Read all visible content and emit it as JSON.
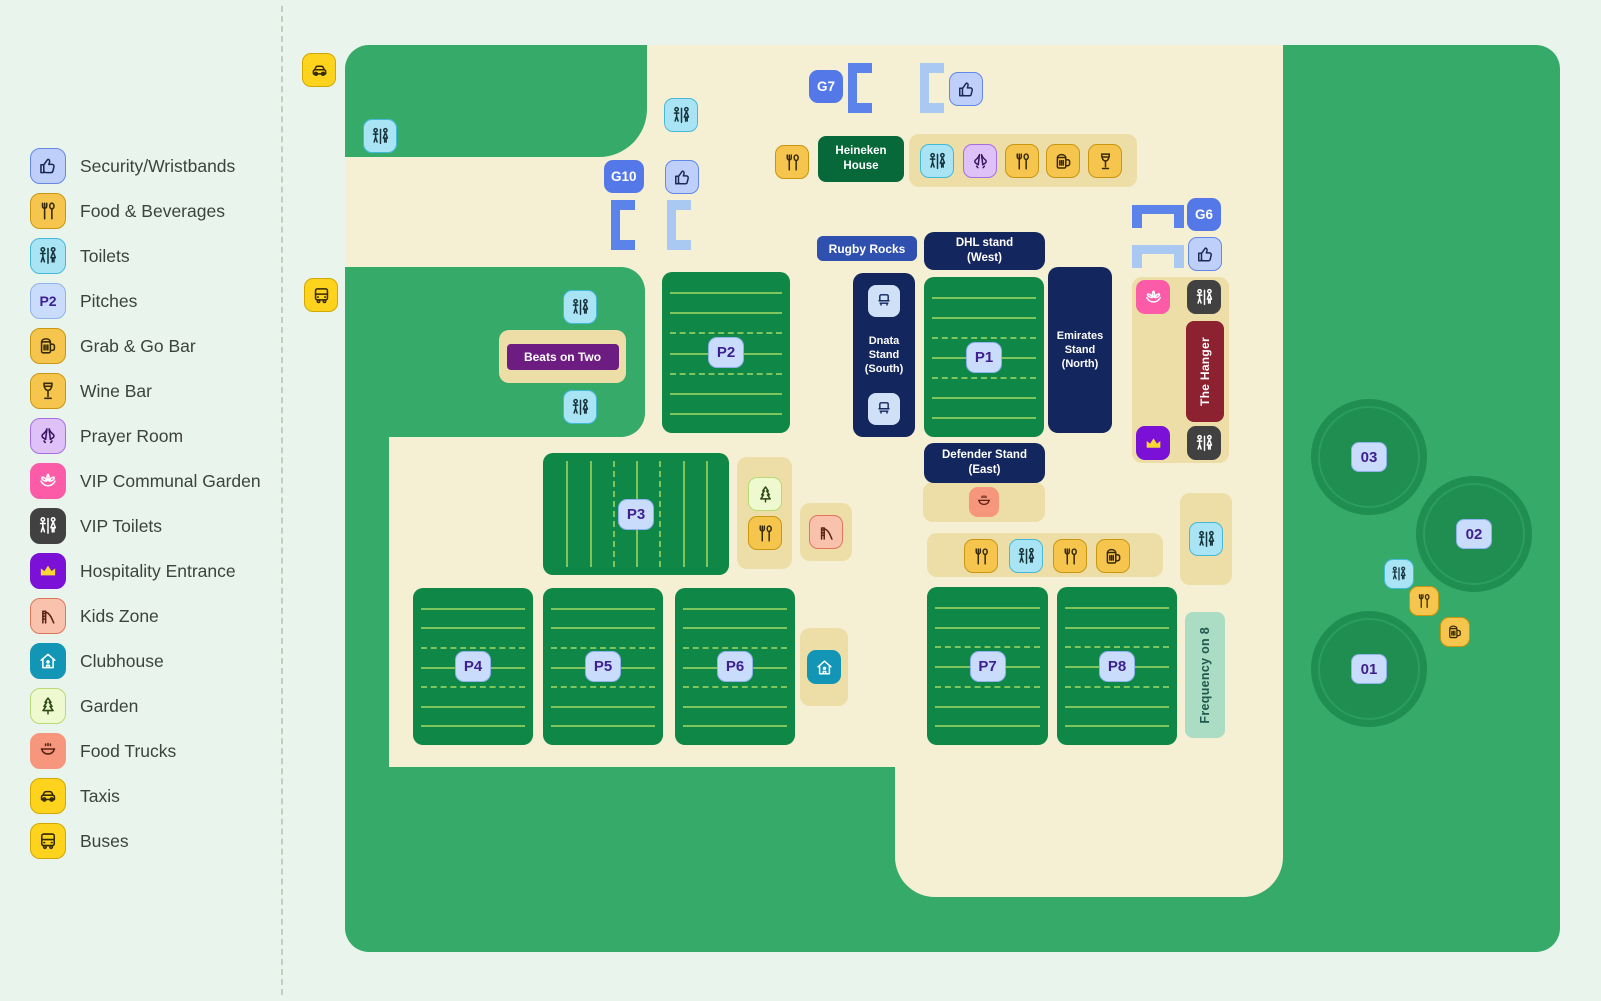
{
  "legend": {
    "items": [
      {
        "icon": "security",
        "label": "Security/Wristbands"
      },
      {
        "icon": "food",
        "label": "Food & Beverages"
      },
      {
        "icon": "toilets",
        "label": "Toilets"
      },
      {
        "icon": "pitch",
        "label": "Pitches",
        "badge": "P2"
      },
      {
        "icon": "beer",
        "label": "Grab & Go Bar"
      },
      {
        "icon": "wine",
        "label": "Wine Bar"
      },
      {
        "icon": "prayer",
        "label": "Prayer Room"
      },
      {
        "icon": "vip-garden",
        "label": "VIP Communal Garden"
      },
      {
        "icon": "vip-toilets",
        "label": "VIP Toilets"
      },
      {
        "icon": "crown",
        "label": "Hospitality Entrance"
      },
      {
        "icon": "kids",
        "label": "Kids Zone"
      },
      {
        "icon": "clubhouse",
        "label": "Clubhouse"
      },
      {
        "icon": "garden",
        "label": "Garden"
      },
      {
        "icon": "food-trucks",
        "label": "Food Trucks"
      },
      {
        "icon": "taxi",
        "label": "Taxis"
      },
      {
        "icon": "bus",
        "label": "Buses"
      }
    ]
  },
  "map": {
    "gates": {
      "g7": "G7",
      "g10": "G10",
      "g6": "G6"
    },
    "pitches": {
      "p1": "P1",
      "p2": "P2",
      "p3": "P3",
      "p4": "P4",
      "p5": "P5",
      "p6": "P6",
      "p7": "P7",
      "p8": "P8"
    },
    "stands": {
      "dhl": "DHL stand\n(West)",
      "dnata": "Dnata\nStand\n(South)",
      "emirates": "Emirates\nStand\n(North)",
      "defender": "Defender Stand\n(East)"
    },
    "venues": {
      "heineken": "Heineken\nHouse",
      "rugby_rocks": "Rugby Rocks",
      "beats": "Beats on Two",
      "hanger": "The Hanger",
      "frequency": "Frequency on 8"
    },
    "zones": {
      "z1": "01",
      "z2": "02",
      "z3": "03"
    }
  },
  "colors": {
    "page_bg": "#e9f4ec",
    "map_green": "#35aa69",
    "pitch_green": "#0f8746",
    "cream": "#f5efd4",
    "tan": "#ecdea6",
    "navy": "#14265e",
    "royal_blue": "#2f50ae",
    "gate_blue": "#5478e7",
    "bracket_dark": "#5b83ea",
    "bracket_light": "#a9c9f3",
    "badge_bg": "#cadcfb",
    "badge_border": "#8fb1f0",
    "badge_text": "#3d1f8f",
    "heineken_green": "#07693a",
    "beats_purple": "#6d1c82",
    "hanger_maroon": "#8c2130",
    "frequency_bg": "#abdcc4",
    "frequency_text": "#20584e",
    "circle_green": "#1f8e50",
    "icon_yellow": "#f6c54d",
    "transport_yellow": "#fdd31d",
    "toilet_cyan": "#a9e4f5",
    "vip_dark": "#414141",
    "vip_pink": "#fb5ba7",
    "hospitality_purple": "#7b10d6",
    "seat_chip": "#cfe0f7",
    "legend_text": "#3c423d"
  }
}
